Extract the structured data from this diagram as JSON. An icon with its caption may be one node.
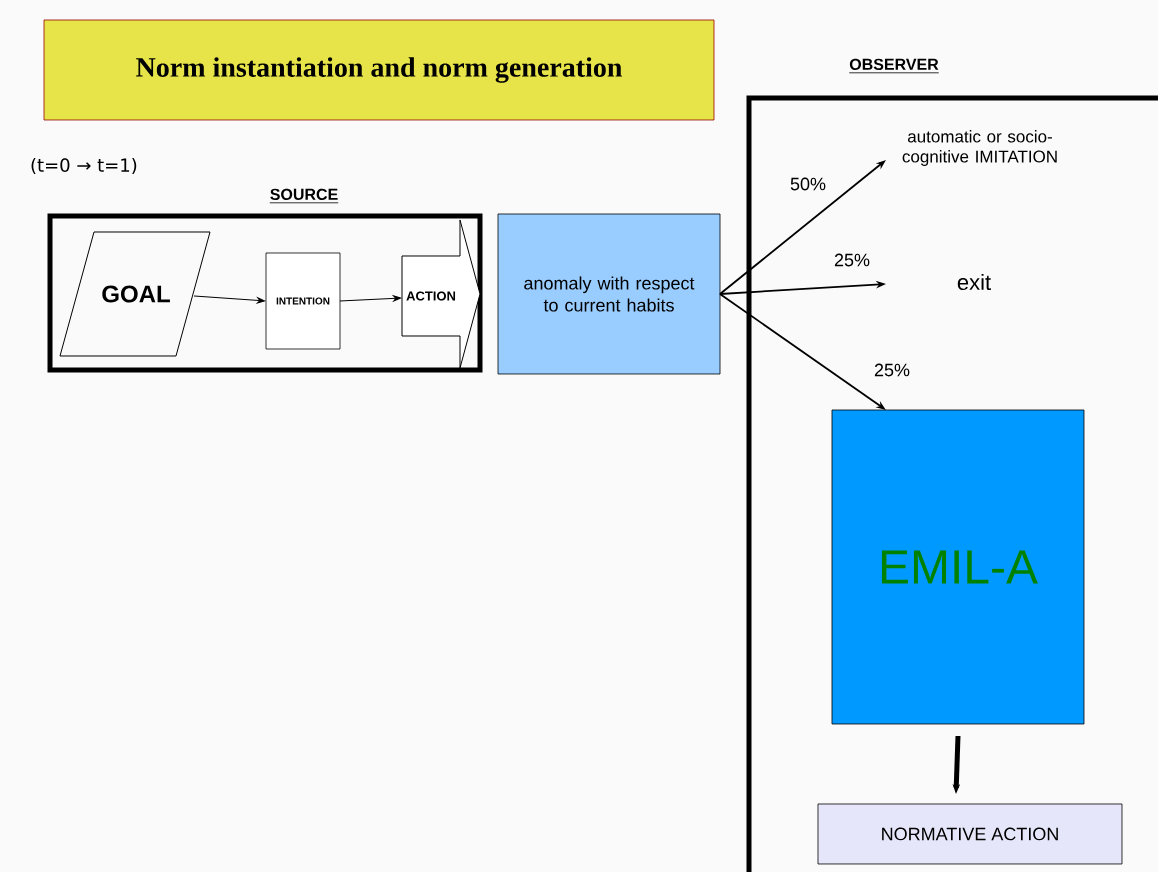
{
  "diagram": {
    "title": "Norm instantiation and norm generation",
    "nodes": [
      {
        "text": [
          "SOURCE"
        ]
      },
      {
        "text": [
          "GOAL"
        ],
        "in": 0
      },
      {
        "text": [
          "INTENTION"
        ],
        "in": 0
      },
      {
        "text": [
          "ACTION"
        ],
        "in": 0
      },
      {
        "text": [
          "anomaly with respect to current habits"
        ]
      },
      {
        "text": [
          "OBSERVER"
        ]
      },
      {
        "text": [
          "automatic or socio-cognitive IMITATION"
        ],
        "in": 5
      },
      {
        "text": [
          "exit"
        ],
        "in": 5
      },
      {
        "text": [
          "EMIL-A"
        ],
        "in": 5
      },
      {
        "text": [
          "NORMATIVE ACTION"
        ],
        "in": 5
      }
    ],
    "edges": [
      {
        "from": 1,
        "to": 2,
        "arrow": "to"
      },
      {
        "from": 2,
        "to": 3,
        "arrow": "to"
      },
      {
        "from": 4,
        "to": 6,
        "arrow": "to",
        "label": "50%"
      },
      {
        "from": 4,
        "to": 7,
        "arrow": "to",
        "label": "25%"
      },
      {
        "from": 4,
        "to": 8,
        "arrow": "to",
        "label": "25%"
      },
      {
        "from": 8,
        "to": 9,
        "arrow": "to",
        "style": "thick"
      }
    ],
    "labels": [
      "(t=0 → t=1)"
    ]
  }
}
